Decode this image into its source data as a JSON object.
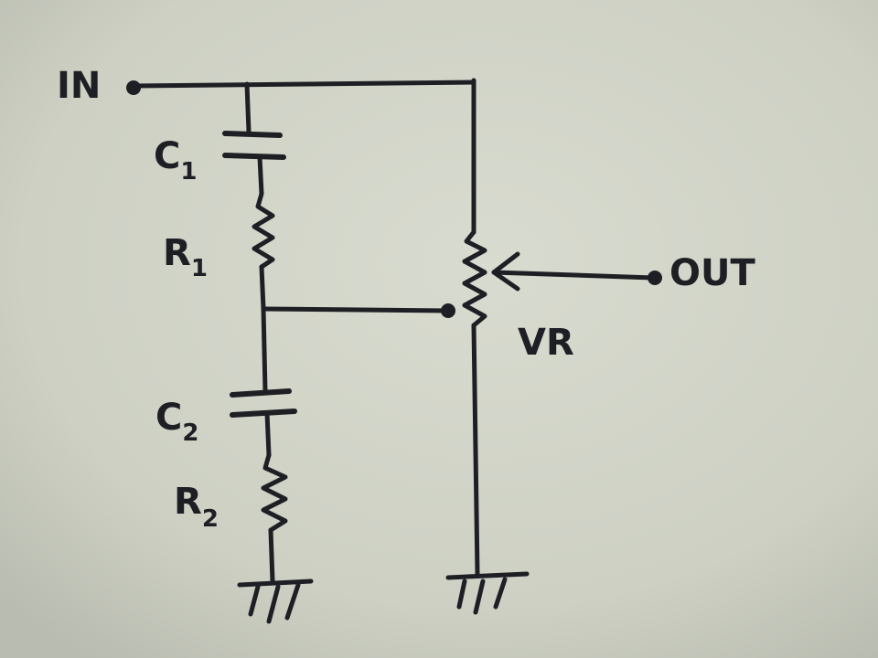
{
  "diagram": {
    "labels": {
      "input": "IN",
      "output": "OUT",
      "c1_letter": "C",
      "c1_sub": "1",
      "r1_letter": "R",
      "r1_sub": "1",
      "c2_letter": "C",
      "c2_sub": "2",
      "r2_letter": "R",
      "r2_sub": "2",
      "vr": "VR"
    },
    "components": [
      {
        "id": "C1",
        "kind": "capacitor"
      },
      {
        "id": "R1",
        "kind": "resistor"
      },
      {
        "id": "C2",
        "kind": "capacitor"
      },
      {
        "id": "R2",
        "kind": "resistor"
      },
      {
        "id": "VR",
        "kind": "potentiometer"
      }
    ],
    "colors": {
      "paper": "#cfd2c5",
      "ink": "#1e1f24"
    }
  }
}
